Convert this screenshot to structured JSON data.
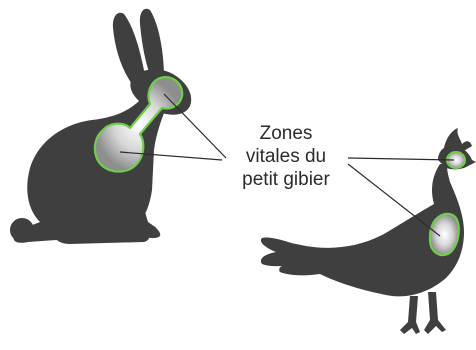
{
  "label": {
    "lines": [
      "Zones",
      "vitales du",
      "petit gibier"
    ]
  },
  "colors": {
    "silhouette": "#3f3f40",
    "vital_zone_outline": "#6fcf4a",
    "vital_zone_fill_center": "#ffffff",
    "vital_zone_fill_edge": "#9a9a9a",
    "leader_line": "#2b2b2b",
    "background": "#ffffff"
  },
  "figures": [
    {
      "name": "hare-silhouette",
      "vital_zones": [
        "head",
        "chest"
      ]
    },
    {
      "name": "grouse-silhouette",
      "vital_zones": [
        "head",
        "chest"
      ]
    }
  ]
}
